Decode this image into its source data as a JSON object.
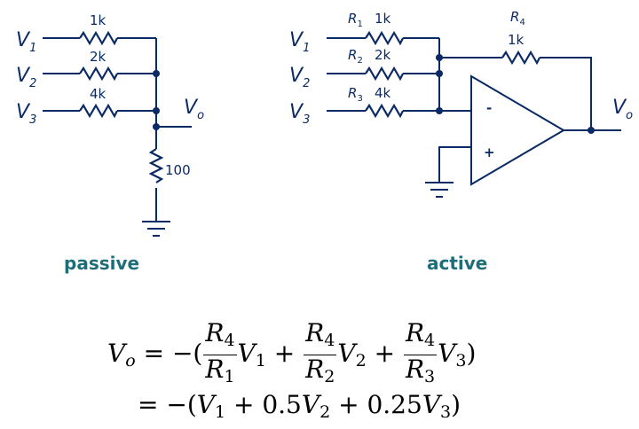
{
  "passive": {
    "caption": "passive",
    "inputs": [
      {
        "main": "V",
        "sub": "1",
        "resistor": "1k"
      },
      {
        "main": "V",
        "sub": "2",
        "resistor": "2k"
      },
      {
        "main": "V",
        "sub": "3",
        "resistor": "4k"
      }
    ],
    "output": {
      "main": "V",
      "sub": "o"
    },
    "ground_resistor": "100"
  },
  "active": {
    "caption": "active",
    "inputs": [
      {
        "main": "V",
        "sub": "1",
        "rname": "R",
        "rsub": "1",
        "resistor": "1k"
      },
      {
        "main": "V",
        "sub": "2",
        "rname": "R",
        "rsub": "2",
        "resistor": "2k"
      },
      {
        "main": "V",
        "sub": "3",
        "rname": "R",
        "rsub": "3",
        "resistor": "4k"
      }
    ],
    "feedback": {
      "rname": "R",
      "rsub": "4",
      "resistor": "1k"
    },
    "output": {
      "main": "V",
      "sub": "o"
    },
    "inverting_sign": "-",
    "noninverting_sign": "+"
  },
  "equation": {
    "lhs": "V",
    "lhs_sub": "o",
    "eq_sign": "=",
    "line1_prefix": "−(",
    "terms": [
      {
        "num": "R",
        "num_sub": "4",
        "den": "R",
        "den_sub": "1",
        "var": "V",
        "var_sub": "1",
        "after": "+"
      },
      {
        "num": "R",
        "num_sub": "4",
        "den": "R",
        "den_sub": "2",
        "var": "V",
        "var_sub": "2",
        "after": "+"
      },
      {
        "num": "R",
        "num_sub": "4",
        "den": "R",
        "den_sub": "3",
        "var": "V",
        "var_sub": "3",
        "after": ")"
      }
    ],
    "line2": {
      "prefix": "= −(",
      "v1": "V",
      "v1_sub": "1",
      "plus1": " + ",
      "c2": "0.5",
      "v2": "V",
      "v2_sub": "2",
      "plus2": " + ",
      "c3": "0.25",
      "v3": "V",
      "v3_sub": "3",
      "suffix": ")"
    }
  }
}
